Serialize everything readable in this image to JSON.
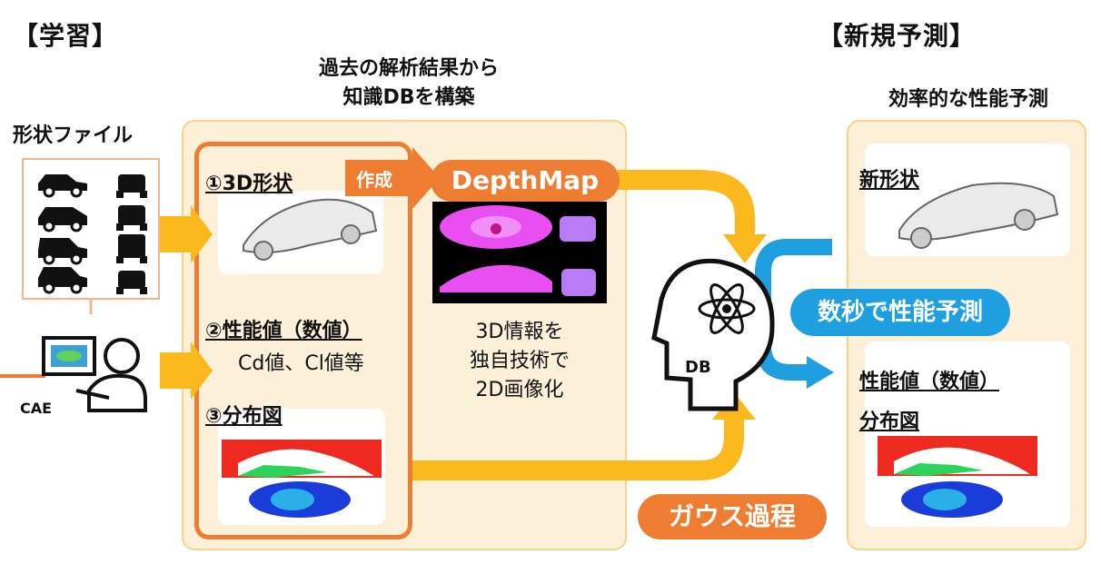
{
  "learning": {
    "header": "【学習】",
    "shape_files_label": "形状ファイル",
    "cae_label": "CAE",
    "db_title_line1": "過去の解析結果から",
    "db_title_line2": "知識DBを構築",
    "item1": "①3D形状",
    "item2": "②性能値（数値）",
    "item2_detail": "Cd値、Cl値等",
    "item3": "③分布図",
    "create_label": "作成",
    "depthmap_label": "DepthMap",
    "depth_text_line1": "3D情報を",
    "depth_text_line2": "独自技術で",
    "depth_text_line3": "2D画像化",
    "db_label": "DB",
    "gauss_label": "ガウス過程"
  },
  "prediction": {
    "header": "【新規予測】",
    "subtitle": "効率的な性能予測",
    "new_shape": "新形状",
    "seconds_label": "数秒で性能予測",
    "perf_value": "性能値（数値）",
    "distribution": "分布図"
  },
  "colors": {
    "orange": "#ee7d31",
    "gold": "#fbb91d",
    "blue": "#1d9fe0",
    "panel_bg": "#fdf0d8",
    "panel_border": "#f7d48c",
    "magenta": "#e84ef0"
  }
}
